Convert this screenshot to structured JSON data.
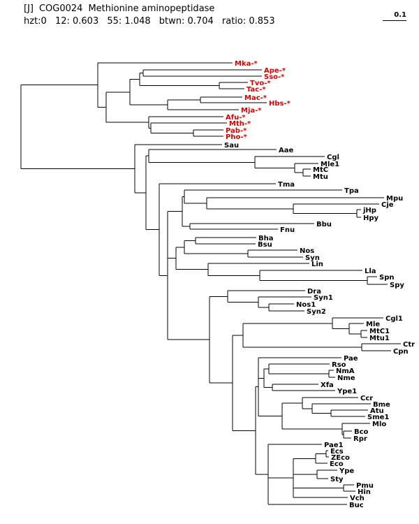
{
  "header": {
    "category": "[J]",
    "cog": "COG0024",
    "title": "Methionine aminopeptidase",
    "stats": [
      "hzt:0",
      "12: 0.603",
      "55: 1.048",
      "btwn: 0.704",
      "ratio: 0.853"
    ]
  },
  "scale_label": "0.1",
  "colors": {
    "archaea": "#dd0000",
    "default": "#000000"
  },
  "tree": {
    "hzt0": 1.61,
    "hzt1": 0.2,
    "hzt2": 0.3,
    "hzt3": 0.2,
    "hzt4": 0.5,
    "hzt5": 0.0,
    "hzt6": 0.2,
    "hzt7": 0.25
  },
  "leaves": [
    {
      "id": "Mka",
      "label": "Mka-*",
      "red": true
    },
    {
      "id": "Ape",
      "label": "Ape-*",
      "red": true
    },
    {
      "id": "Sso",
      "label": "Sso-*",
      "red": true
    },
    {
      "id": "Tvo",
      "label": "Tvo-*",
      "red": true
    },
    {
      "id": "Tac",
      "label": "Tac-*",
      "red": true
    },
    {
      "id": "Mac",
      "label": "Mac-*",
      "red": true
    },
    {
      "id": "Hbs",
      "label": "Hbs-*",
      "red": true
    },
    {
      "id": "Mja",
      "label": "Mja-*",
      "red": true
    },
    {
      "id": "Afu",
      "label": "Afu-*",
      "red": true
    },
    {
      "id": "Mth",
      "label": "Mth-*",
      "red": true
    },
    {
      "id": "Pab",
      "label": "Pab-*",
      "red": true
    },
    {
      "id": "Pho",
      "label": "Pho-*",
      "red": true
    },
    {
      "id": "Sau",
      "label": "Sau"
    },
    {
      "id": "Aae",
      "label": "Aae"
    },
    {
      "id": "Cgl",
      "label": "Cgl"
    },
    {
      "id": "Mle1",
      "label": "Mle1"
    },
    {
      "id": "MtC",
      "label": "MtC"
    },
    {
      "id": "Mtu",
      "label": "Mtu"
    },
    {
      "id": "Tma",
      "label": "Tma"
    },
    {
      "id": "Tpa",
      "label": "Tpa"
    },
    {
      "id": "Mpu",
      "label": "Mpu"
    },
    {
      "id": "Cje",
      "label": "Cje"
    },
    {
      "id": "jHp",
      "label": "jHp"
    },
    {
      "id": "Hpy",
      "label": "Hpy"
    },
    {
      "id": "Bbu",
      "label": "Bbu"
    },
    {
      "id": "Fnu",
      "label": "Fnu"
    },
    {
      "id": "Bha",
      "label": "Bha"
    },
    {
      "id": "Bsu",
      "label": "Bsu"
    },
    {
      "id": "Nos",
      "label": "Nos"
    },
    {
      "id": "Syn",
      "label": "Syn"
    },
    {
      "id": "Lin",
      "label": "Lin"
    },
    {
      "id": "Lla",
      "label": "Lla"
    },
    {
      "id": "Spn",
      "label": "Spn"
    },
    {
      "id": "Spy",
      "label": "Spy"
    },
    {
      "id": "Dra",
      "label": "Dra"
    },
    {
      "id": "Syn1",
      "label": "Syn1"
    },
    {
      "id": "Nos1",
      "label": "Nos1"
    },
    {
      "id": "Syn2",
      "label": "Syn2"
    },
    {
      "id": "Cgl1",
      "label": "Cgl1"
    },
    {
      "id": "Mle",
      "label": "Mle"
    },
    {
      "id": "MtC1",
      "label": "MtC1"
    },
    {
      "id": "Mtu1",
      "label": "Mtu1"
    },
    {
      "id": "Ctr",
      "label": "Ctr"
    },
    {
      "id": "Cpn",
      "label": "Cpn"
    },
    {
      "id": "Pae",
      "label": "Pae"
    },
    {
      "id": "Rso",
      "label": "Rso"
    },
    {
      "id": "NmA",
      "label": "NmA"
    },
    {
      "id": "Nme",
      "label": "Nme"
    },
    {
      "id": "Xfa",
      "label": "Xfa"
    },
    {
      "id": "Ype1",
      "label": "Ype1"
    },
    {
      "id": "Ccr",
      "label": "Ccr"
    },
    {
      "id": "Bme",
      "label": "Bme"
    },
    {
      "id": "Atu",
      "label": "Atu"
    },
    {
      "id": "Sme1",
      "label": "Sme1"
    },
    {
      "id": "Mlo",
      "label": "Mlo"
    },
    {
      "id": "Bco",
      "label": "Bco"
    },
    {
      "id": "Rpr",
      "label": "Rpr"
    },
    {
      "id": "Pae1",
      "label": "Pae1"
    },
    {
      "id": "Ecs",
      "label": "Ecs"
    },
    {
      "id": "ZEco",
      "label": "ZEco"
    },
    {
      "id": "Eco",
      "label": "Eco"
    },
    {
      "id": "Ype",
      "label": "Ype"
    },
    {
      "id": "Sty",
      "label": "Sty"
    },
    {
      "id": "Pmu",
      "label": "Pmu"
    },
    {
      "id": "Hin",
      "label": "Hin"
    },
    {
      "id": "Vch",
      "label": "Vch"
    },
    {
      "id": "Buc",
      "label": "Buc"
    }
  ]
}
